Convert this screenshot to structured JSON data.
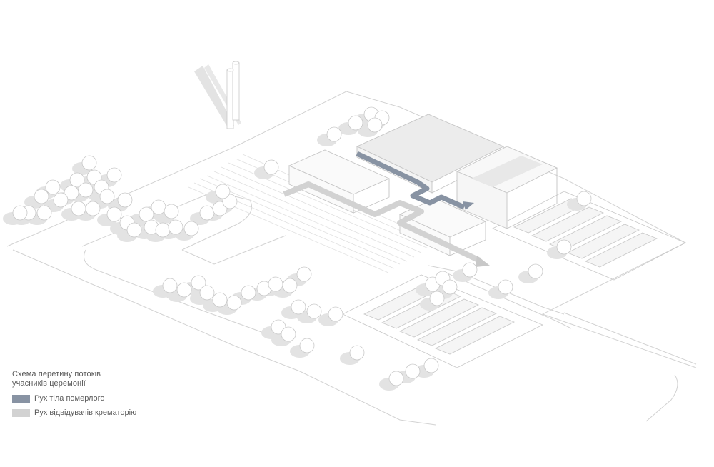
{
  "legend": {
    "title_line1": "Схема перетину потоків",
    "title_line2": "учасників церемонії",
    "items": [
      {
        "label": "Рух тіла померлого",
        "color": "#8893a3"
      },
      {
        "label": "Рух відвідувачів крематорію",
        "color": "#d2d2d2"
      }
    ]
  },
  "colors": {
    "line": "#cfcfcf",
    "tree_fill": "#ffffff",
    "tree_stroke": "#c8c8c8",
    "shadow": "#e3e3e3",
    "body_path": "#8893a3",
    "visitor_path": "#d2d2d2",
    "hall_fill": "#ececec"
  }
}
